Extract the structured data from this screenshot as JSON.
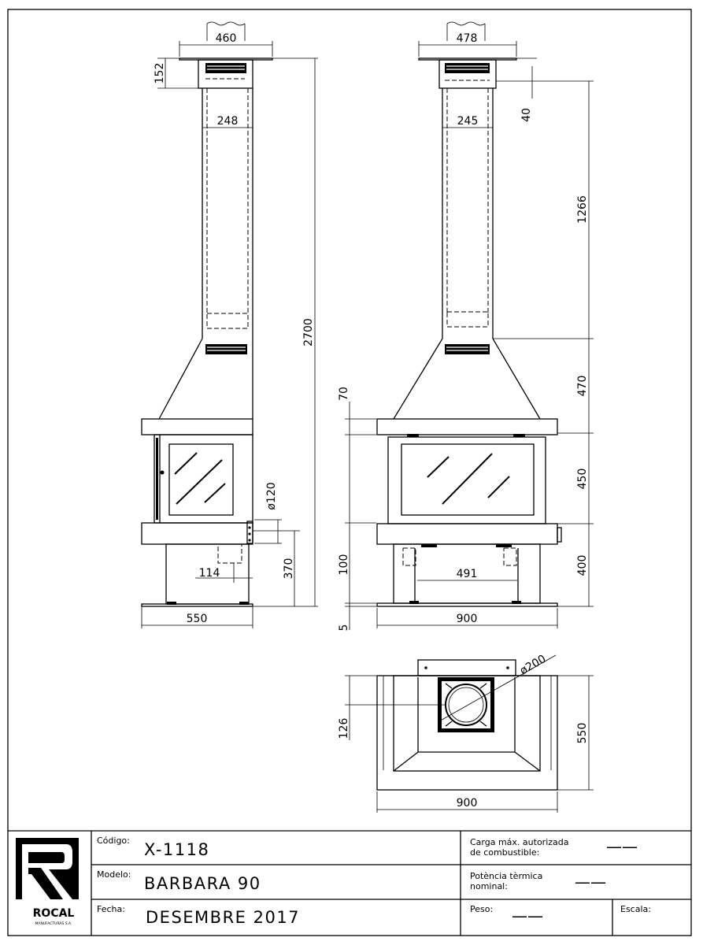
{
  "front_view": {
    "top_width": "460",
    "collar_height": "152",
    "flue_width": "248",
    "total_height": "2700",
    "outlet_diameter": "ø120",
    "outlet_offset": "114",
    "base_height": "370",
    "overall_width": "550"
  },
  "side_view": {
    "top_width": "478",
    "top_offset": "40",
    "flue_width": "245",
    "flue_height": "1266",
    "hood_height": "470",
    "lintel_height": "70",
    "firebox_height": "450",
    "base_height": "400",
    "log_store_height": "100",
    "log_store_width": "491",
    "foot_height": "5",
    "overall_width": "900"
  },
  "plan_view": {
    "flue_diameter": "ø200",
    "flue_offset": "126",
    "depth": "550",
    "width": "900"
  },
  "title_block": {
    "brand": "ROCAL",
    "brand_subtitle": "MANUFACTURAS S.A.",
    "code_label": "Código:",
    "code_value": "X-1118",
    "model_label": "Modelo:",
    "model_value": "BARBARA 90",
    "date_label": "Fecha:",
    "date_value": "DESEMBRE 2017",
    "load_label_line1": "Carga máx. autorizada",
    "load_label_line2": "de combustible:",
    "load_value": "——",
    "power_label_line1": "Potència tèrmica",
    "power_label_line2": "nominal:",
    "power_value": "——",
    "weight_label": "Peso:",
    "weight_value": "——",
    "scale_label": "Escala:"
  }
}
